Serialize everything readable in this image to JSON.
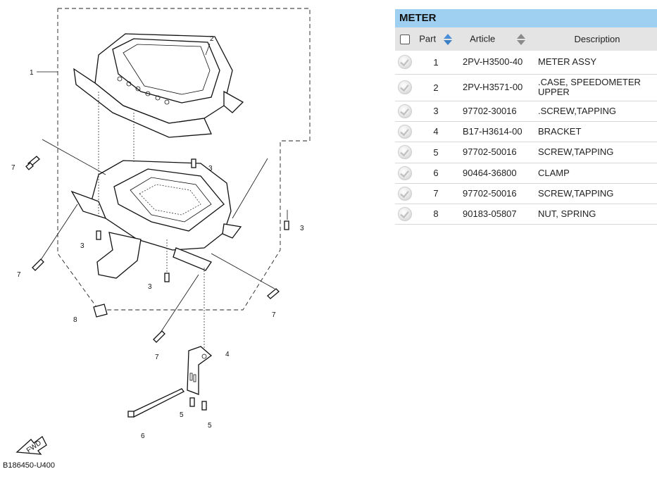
{
  "diagram": {
    "code": "B186450-U400",
    "fwd_label": "FWD",
    "callouts": [
      "1",
      "2",
      "3",
      "3",
      "3",
      "3",
      "4",
      "5",
      "5",
      "6",
      "7",
      "7",
      "7",
      "7",
      "8"
    ]
  },
  "panel": {
    "title": "METER",
    "columns": {
      "part": "Part",
      "article": "Article",
      "description": "Description"
    },
    "rows": [
      {
        "part": "1",
        "article": "2PV-H3500-40",
        "description": "METER ASSY"
      },
      {
        "part": "2",
        "article": "2PV-H3571-00",
        "description": ".CASE, SPEEDOMETER UPPER"
      },
      {
        "part": "3",
        "article": "97702-30016",
        "description": ".SCREW,TAPPING"
      },
      {
        "part": "4",
        "article": "B17-H3614-00",
        "description": "BRACKET"
      },
      {
        "part": "5",
        "article": "97702-50016",
        "description": "SCREW,TAPPING"
      },
      {
        "part": "6",
        "article": "90464-36800",
        "description": "CLAMP"
      },
      {
        "part": "7",
        "article": "97702-50016",
        "description": "SCREW,TAPPING"
      },
      {
        "part": "8",
        "article": "90183-05807",
        "description": "NUT, SPRING"
      }
    ]
  },
  "colors": {
    "header_bar": "#9fd0f2",
    "column_header": "#e4e4e4",
    "sort_active": "#4a90d9"
  },
  "icons": [
    "check-circle-icon",
    "sort-arrows-icon",
    "fwd-arrow-icon"
  ]
}
